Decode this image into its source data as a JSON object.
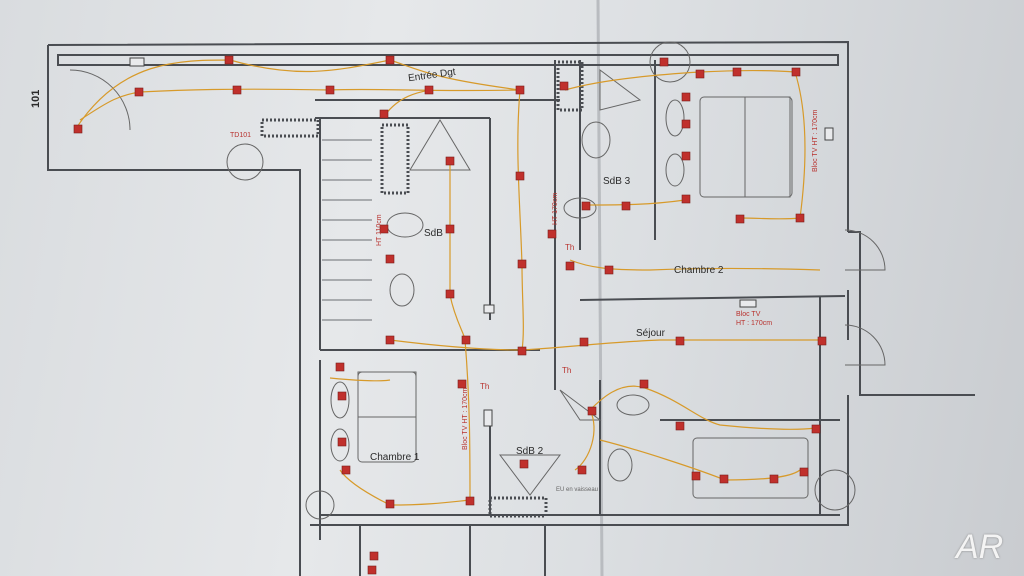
{
  "unit_number": "101",
  "rooms": {
    "entree": "Entrée Dgt",
    "sdb": "SdB",
    "sdb3": "SdB 3",
    "sdb2": "SdB 2",
    "sejour": "Séjour",
    "chambre1": "Chambre 1",
    "chambre2": "Chambre 2"
  },
  "annotations": {
    "td": "TD101",
    "bloc_tv_h": "Bloc TV",
    "bloc_tv_h_height": "HT : 170cm",
    "bloc_tv_v1": "Bloc TV HT : 170cm",
    "bloc_tv_v2": "Bloc TV HT : 170cm",
    "ht_sdb": "HT 110cm",
    "ht_sdb3": "HT 170cm",
    "th1": "Th",
    "th2": "Th",
    "th3": "Th",
    "eu": "EU en vaisseau"
  },
  "watermark": "AR",
  "colors": {
    "wall": "#4a4d52",
    "wire": "#d79a2a",
    "symbol": "#c0302c",
    "paper": "#e2e4e6"
  }
}
